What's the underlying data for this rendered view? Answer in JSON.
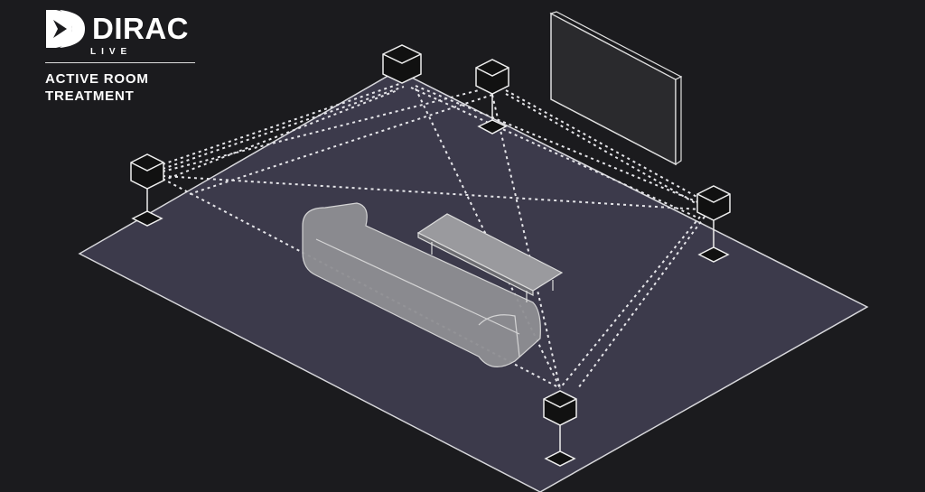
{
  "logo": {
    "name": "DIRAC",
    "sub": "LIVE"
  },
  "tagline": [
    "ACTIVE ROOM",
    "TREATMENT"
  ],
  "colors": {
    "background": "#1b1b1e",
    "floor": "#3c3a4b",
    "line": "#e6e6ea"
  }
}
